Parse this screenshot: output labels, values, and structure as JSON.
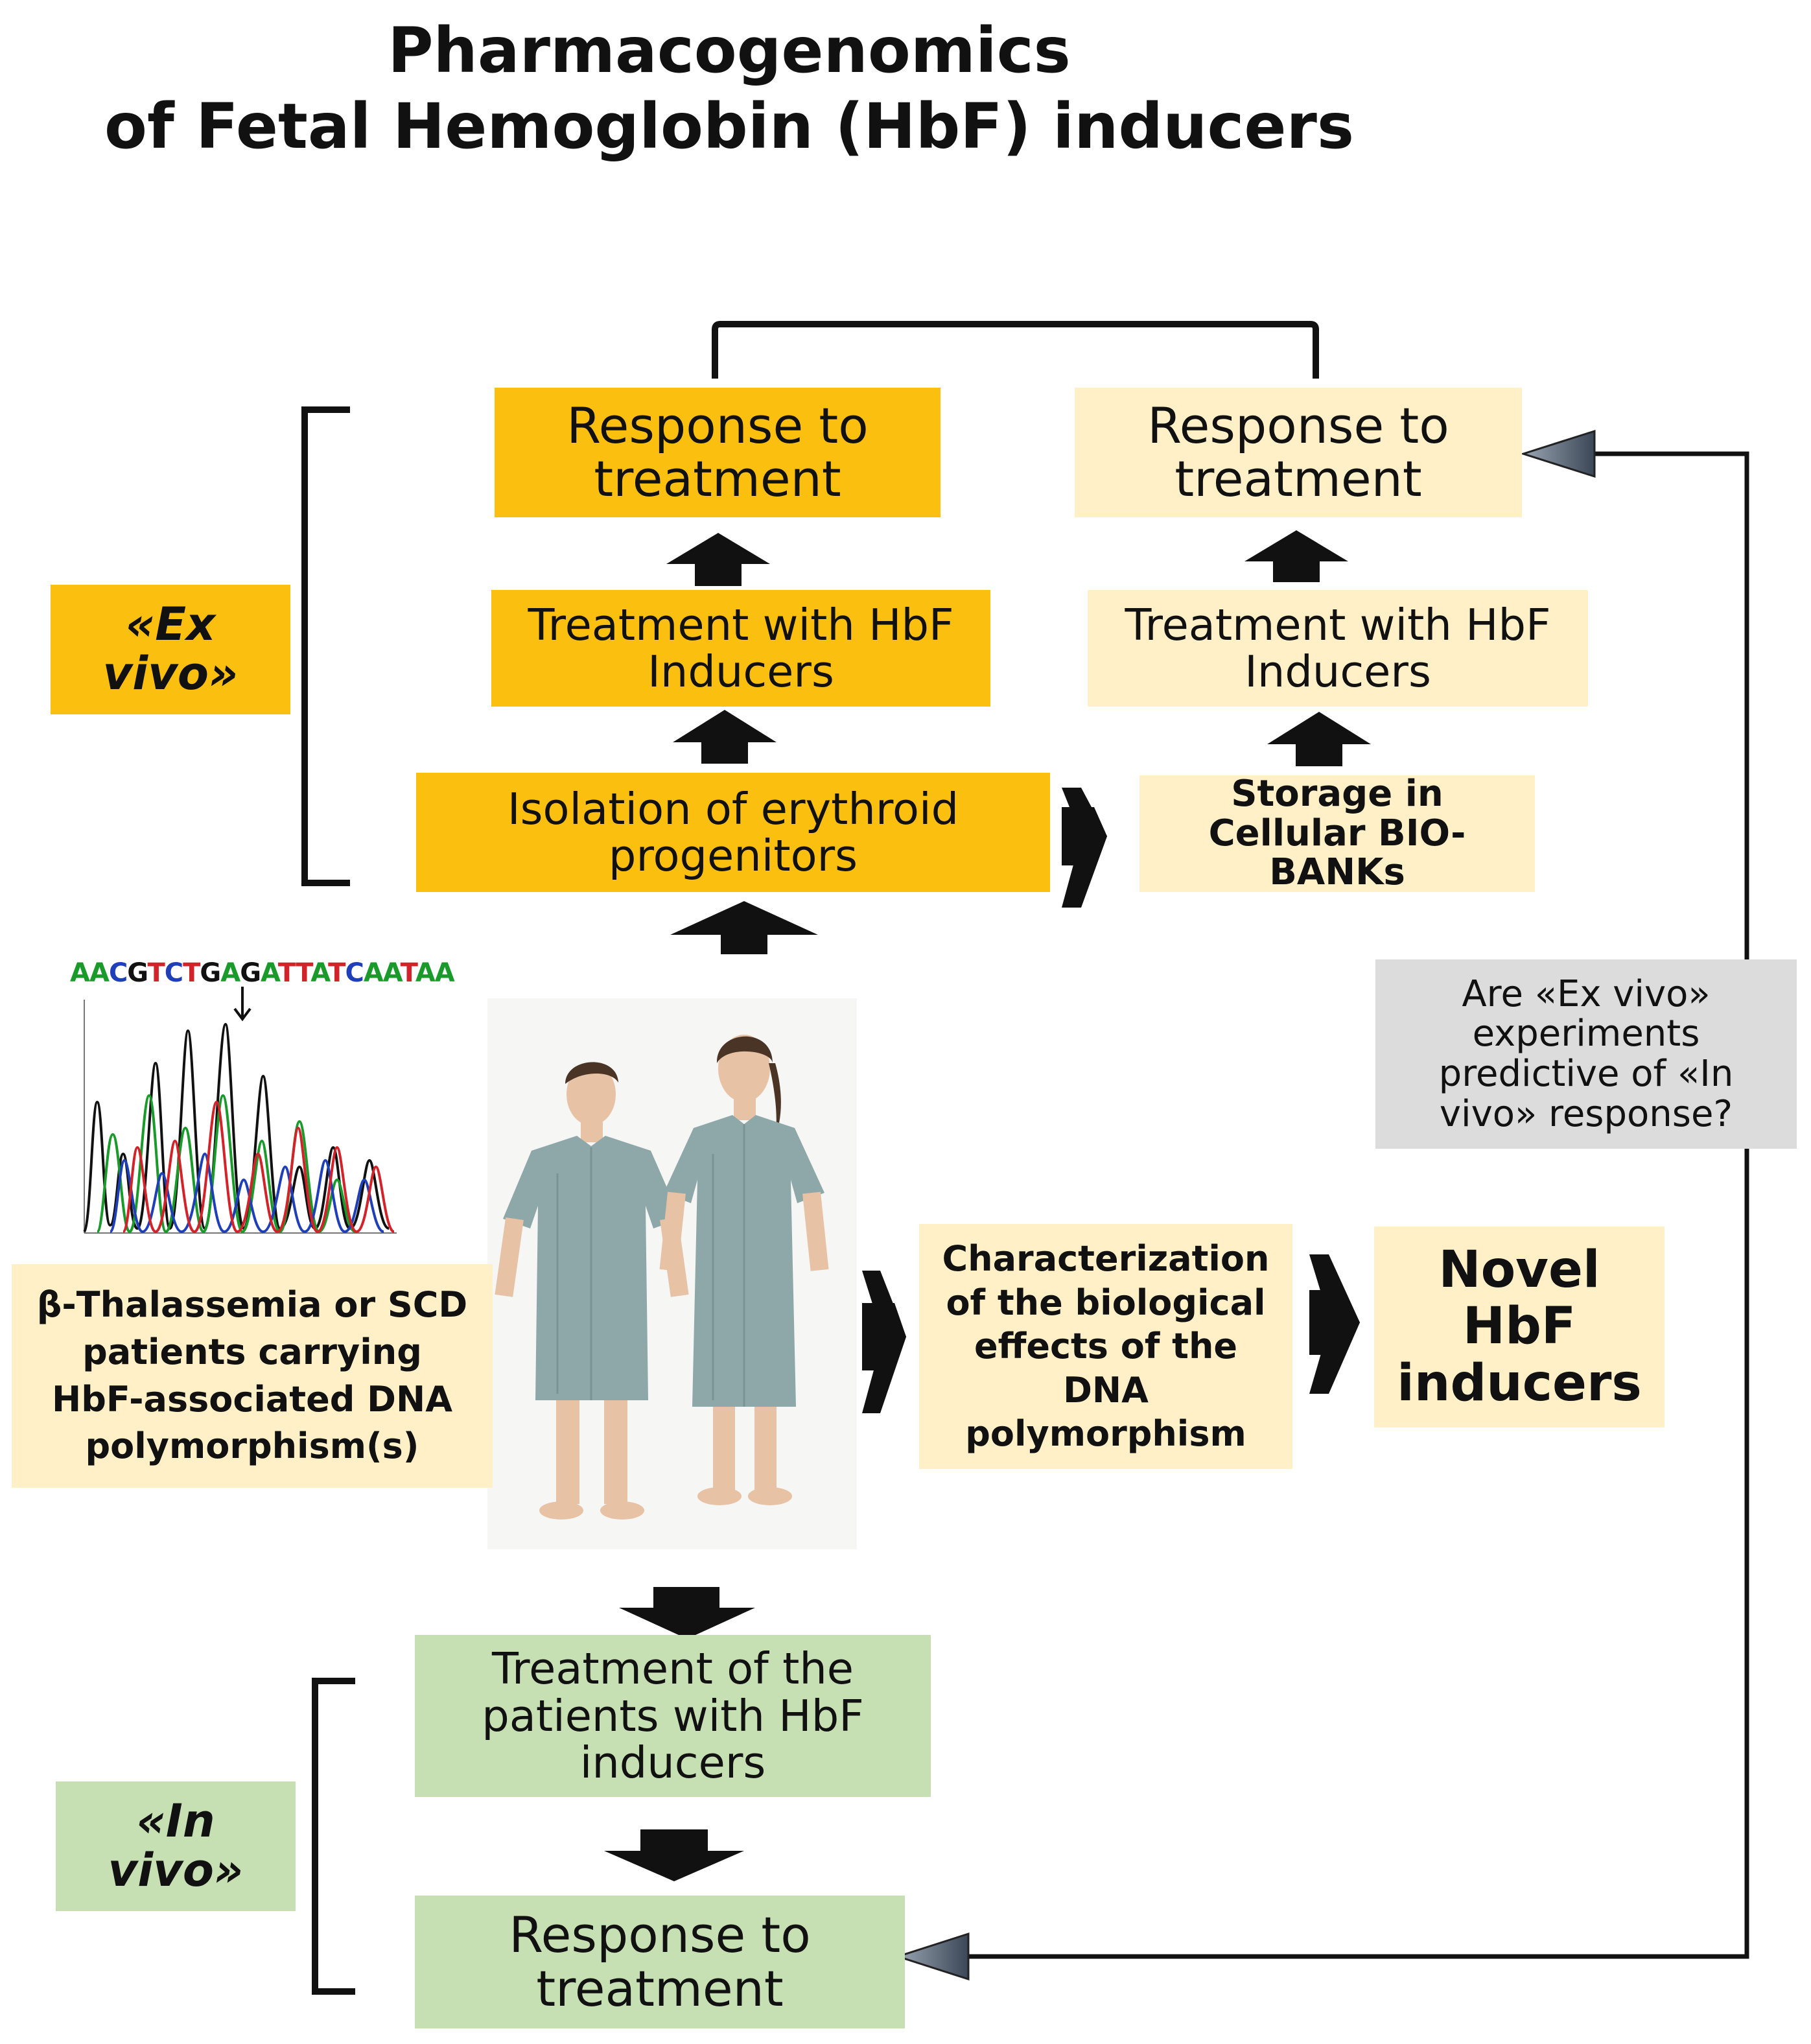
{
  "title": {
    "line1": "Pharmacogenomics",
    "line2": "of Fetal Hemoglobin (HbF) inducers"
  },
  "ex_vivo": {
    "label_line1": "«Ex",
    "label_line2": "vivo»",
    "left_column": {
      "response": "Response to treatment",
      "treatment": "Treatment with HbF Inducers",
      "isolation": "Isolation of erythroid progenitors"
    },
    "right_column": {
      "response": "Response to treatment",
      "treatment": "Treatment with HbF Inducers",
      "storage": "Storage in Cellular BIO-BANKs"
    }
  },
  "question": "Are «Ex vivo» experiments predictive of «In vivo» response?",
  "sequence": {
    "bases": "AACGTCTGAGATTATCAATAA",
    "colors": {
      "A": "#1a9a2a",
      "C": "#1f3fb8",
      "G": "#111111",
      "T": "#d2232a"
    }
  },
  "patients_caption": "β-Thalassemia or SCD patients carrying HbF-associated DNA polymorphism(s)",
  "characterization": "Characterization of the biological effects of the DNA polymorphism",
  "novel": "Novel HbF inducers",
  "in_vivo": {
    "label_line1": "«In",
    "label_line2": "vivo»",
    "treatment": "Treatment of the patients with HbF inducers",
    "response": "Response to treatment"
  },
  "colors": {
    "ex_vivo_fill": "#fbbf10",
    "biobank_fill": "#fff0c8",
    "in_vivo_fill": "#c6e0b4",
    "question_fill": "#dcdcdc",
    "gown": "#8ea8aa",
    "skin": "#e8c2a5"
  }
}
